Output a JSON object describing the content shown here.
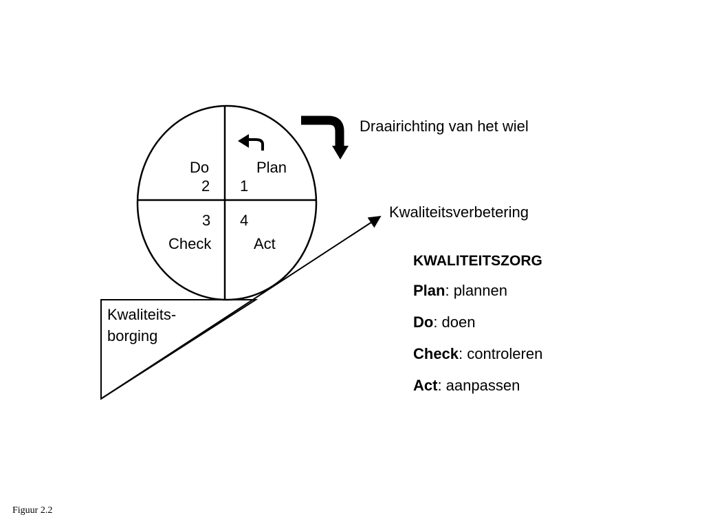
{
  "wheel": {
    "quadrants": [
      {
        "name": "Plan",
        "number": "1"
      },
      {
        "name": "Do",
        "number": "2"
      },
      {
        "name": "Check",
        "number": "3"
      },
      {
        "name": "Act",
        "number": "4"
      }
    ],
    "rotation_label": "Draairichting van het wiel"
  },
  "slope": {
    "improvement_label": "Kwaliteitsverbetering",
    "assurance_label_line1": "Kwaliteits-",
    "assurance_label_line2": "borging"
  },
  "legend": {
    "heading": "KWALITEITSZORG",
    "items": [
      {
        "term": "Plan",
        "definition": ": plannen"
      },
      {
        "term": "Do",
        "definition": ": doen"
      },
      {
        "term": "Check",
        "definition": ": controleren"
      },
      {
        "term": "Act",
        "definition": ": aanpassen"
      }
    ]
  },
  "caption": "Figuur 2.2",
  "colors": {
    "stroke": "#000000",
    "background": "#ffffff"
  },
  "icons": [
    "curved-arrow-icon",
    "rotation-arrow-icon",
    "arrowhead-icon"
  ]
}
